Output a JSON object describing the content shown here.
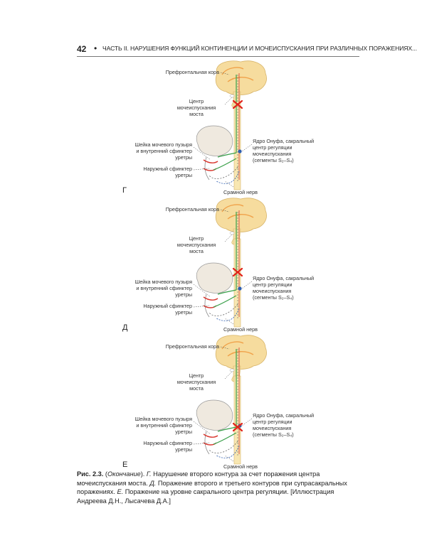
{
  "header": {
    "page_number": "42",
    "bullet": "•",
    "running_title": "ЧАСТЬ II. НАРУШЕНИЯ ФУНКЦИЙ КОНТИНЕНЦИИ И МОЧЕИСПУСКАНИЯ ПРИ РАЗЛИЧНЫХ ПОРАЖЕНИЯХ..."
  },
  "labels": {
    "prefrontal_cortex": "Префронтальная кора",
    "micturition_center_l1": "Центр",
    "micturition_center_l2": "мочеиспускания",
    "micturition_center_l3": "моста",
    "bladder_neck_l1": "Шейка мочевого пузыря",
    "bladder_neck_l2": "и внутренний сфинктер",
    "bladder_neck_l3": "уретры",
    "external_sphincter_l1": "Наружный сфинктер",
    "external_sphincter_l2": "уретры",
    "onuf_l1": "Ядро Онуфа, сакральный",
    "onuf_l2": "центр регуляции",
    "onuf_l3": "мочеиспускания",
    "onuf_l4": "(сегменты S₂–S₄)",
    "pudendal_nerve": "Срамной нерв"
  },
  "panels": [
    {
      "letter": "Г",
      "lesion": "pons"
    },
    {
      "letter": "Д",
      "lesion": "suprasacral"
    },
    {
      "letter": "Е",
      "lesion": "sacral"
    }
  ],
  "caption": {
    "prefix": "Рис. 2.3.",
    "open_paren": " (",
    "continuation": "Окончание",
    "after_continuation": "). ",
    "letter_g": "Г.",
    "text_g": " Нарушение второго контура за счет поражения центра мочеиспускания моста. ",
    "letter_d": "Д.",
    "text_d": " Поражение второго и третьего контуров при супрасакральных поражениях. ",
    "letter_e": "Е.",
    "text_e": " Поражение на уровне сакрального центра регуляции. [Иллюстрация Андреева Д.Н., Лысачева Д.А.]"
  },
  "colors": {
    "brain_fill": "#f6dc9e",
    "cortex_orange": "#f0a24a",
    "cord_yellow": "#f8e7b2",
    "efferent_red": "#d9352d",
    "tract_green": "#3aa04a",
    "nucleus_blue": "#2f5fb0",
    "bladder_fill": "#efe9df",
    "lesion_red": "#e2231a"
  }
}
